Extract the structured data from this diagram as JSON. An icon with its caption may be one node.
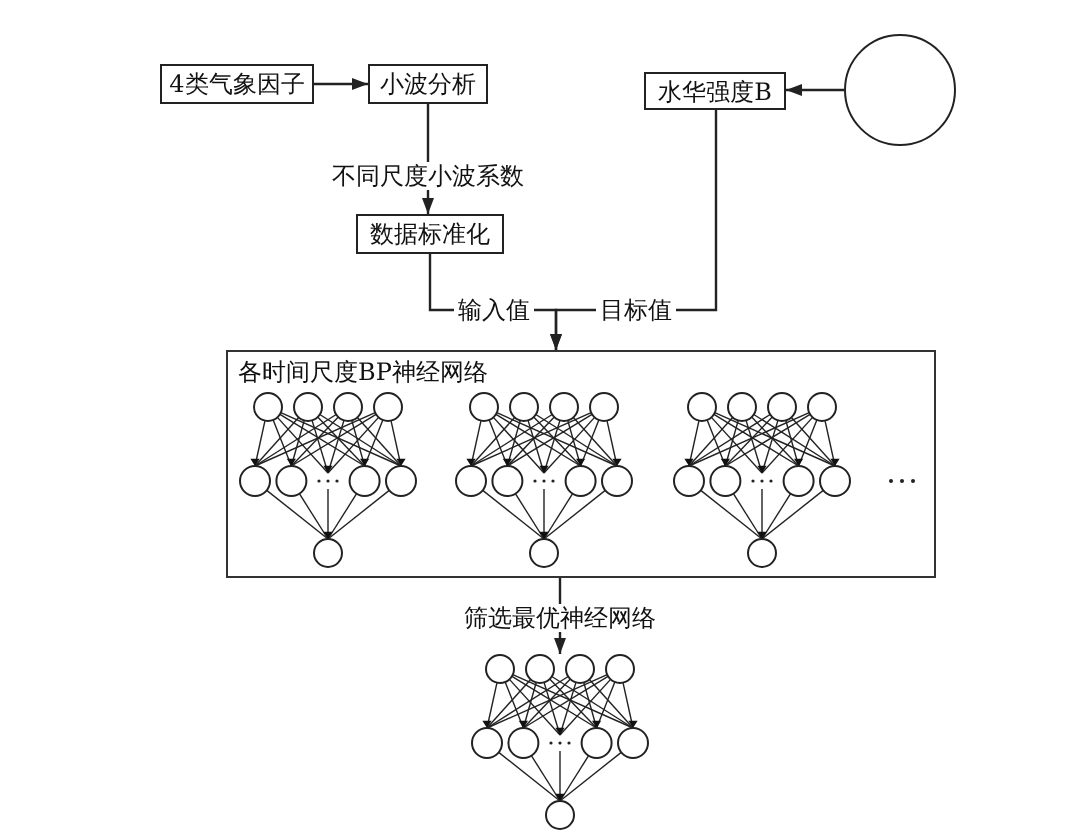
{
  "diagram": {
    "nodes": [
      {
        "text": [
          "4类气象因子"
        ]
      },
      {
        "text": [
          "小波分析"
        ]
      },
      {
        "text": [
          "水华强度B"
        ]
      },
      {
        "text": [],
        "shape": "circle"
      },
      {
        "text": [
          "数据标准化"
        ]
      },
      {
        "text": [
          "各时间尺度BP神经网络"
        ]
      },
      {
        "text": [],
        "shape": "picture"
      }
    ],
    "edges": [
      {
        "from": 0,
        "to": 1,
        "arrow": "to"
      },
      {
        "from": 3,
        "to": 2,
        "arrow": "to"
      },
      {
        "from": 1,
        "to": 4,
        "arrow": "to",
        "label": "不同尺度小波系数"
      },
      {
        "from": 4,
        "to": 5,
        "arrow": "to",
        "label": "输入值"
      },
      {
        "from": 2,
        "to": 5,
        "arrow": "to",
        "label": "目标值"
      },
      {
        "from": 5,
        "to": 6,
        "arrow": "to",
        "label": "筛选最优神经网络"
      }
    ]
  }
}
